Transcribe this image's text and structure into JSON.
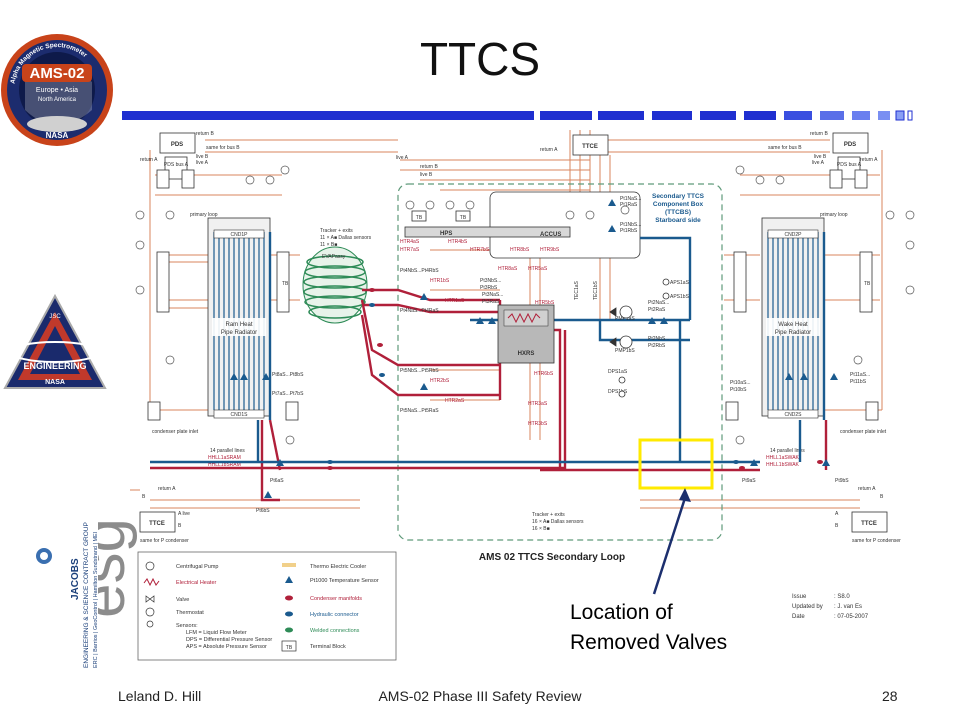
{
  "slide": {
    "title": "TTCS",
    "callout": {
      "line1": "Location of",
      "line2": "Removed Valves"
    },
    "footer": {
      "author": "Leland D. Hill",
      "subject": "AMS-02 Phase III Safety Review",
      "page": "28"
    }
  },
  "logos": {
    "ams_patch": {
      "top_text": "Alpha Magnetic Spectrometer",
      "main": "AMS-02",
      "sub1": "Europe • Asia",
      "sub2": "North America",
      "bottom": "NASA"
    },
    "engineering_patch": {
      "main": "ENGINEERING",
      "bottom": "NASA",
      "top": "JSC"
    },
    "esg": {
      "mark": "esg",
      "jacobs": "JACOBS",
      "group": "ENGINEERING & SCIENCE CONTRACT GROUP",
      "partners": "ERC | Barrios | GeoControl | Hamilton Sundstrand | MEI"
    }
  },
  "diagram": {
    "title": "AMS 02 TTCS Secondary Loop",
    "component_box": {
      "l1": "Secondary TTCS",
      "l2": "Component Box",
      "l3": "(TTCBS)",
      "l4": "Starboard side"
    },
    "left": {
      "pds": "PDS",
      "pds_bus": "PDS bus A",
      "tb": "TB",
      "return_b": "return B",
      "live_b": "live B",
      "same_bus": "same for bus B",
      "return_a": "return A",
      "live_a": "live A",
      "primary_loop": "primary loop",
      "cnd_top": "CND1P",
      "cnd_bottom": "CND1S",
      "radiator_l1": "Ram Heat",
      "radiator_l2": "Pipe Radiator",
      "sensors_a": "Pt8aS...Pt8bS",
      "sensors_b": "Pt7aS...Pt7bS",
      "parallel": "14 parallel lines",
      "hhll_a": "HHLL1aSRAM",
      "hhll_b": "HHLL1bSRAM",
      "condenser": "condenser plate inlet",
      "pt6a": "Pt6aS",
      "pt6b": "Pt6bS",
      "ttce": "TTCE",
      "ttce_a": "A live",
      "ttce_b": "B",
      "ttce_ret_a": "return A",
      "ttce_ret_b": "B",
      "same_p": "same for P condenser"
    },
    "right": {
      "pds": "PDS",
      "pds_bus": "PDS bus A",
      "tb": "TB",
      "return_b": "return B",
      "live_b": "live B",
      "same_bus": "same for bus B",
      "return_a": "return A",
      "live_a": "live A",
      "primary_loop": "primary loop",
      "cnd_top": "CND2P",
      "cnd_bottom": "CND2S",
      "radiator_l1": "Wake Heat",
      "radiator_l2": "Pipe Radiator",
      "sensors_a": "Pt11aS...",
      "sensors_b": "Pt11bS",
      "pt10": "Pt10aS...",
      "pt10b": "Pt10bS",
      "parallel": "14 parallel lines",
      "hhll_a": "HHLL1aSWAK",
      "hhll_b": "HHLL1bSWAK",
      "condenser": "condenser plate inlet",
      "pt9a": "Pt9aS",
      "pt9b": "Pt9bS",
      "ttce": "TTCE",
      "ttce_a": "A",
      "ttce_b": "B",
      "ttce_ret_a": "return A",
      "ttce_ret_b": "B",
      "same_p": "same for P condenser"
    },
    "center": {
      "ttce": "TTCE",
      "return_a": "return A",
      "live_a": "live A",
      "return_b": "return B",
      "live_b": "live B",
      "hps": "HPS",
      "accus": "ACCUS",
      "tb": "TB",
      "htr4as": "HTR4aS",
      "htr7as": "HTR7aS",
      "htr4bs": "HTR4bS",
      "htr7bs": "HTR7bS",
      "htr8bs": "HTR8bS",
      "htr9bs": "HTR9bS",
      "htr8as": "HTR8aS",
      "htr5as": "HTR5aS",
      "tracker_top_l1": "Tracker + exits",
      "tracker_top_l2": "11 × A■ Dallas sensors",
      "tracker_top_l3": "11 × B■",
      "evap": "EVAPassy",
      "pt4nb": "Pt4NbS...Pt4RbS",
      "htr1bs": "HTR1bS",
      "htr1as": "HTR1aS",
      "pt4na": "Pt4NaS...Pt4RaS",
      "pt3nb": "Pt3NbS...",
      "pt3rb": "Pt3RbS",
      "pt3na": "Pt3NaS...",
      "pt3ra": "Pt3RaS",
      "htr5bs": "HTR5bS",
      "tec1as": "TEC1aS",
      "tec1bs": "TEC1bS",
      "hxrs": "HXRS",
      "pt5nb": "Pt5NbS...Pt5RbS",
      "htr2bs": "HTR2bS",
      "htr2as": "HTR2aS",
      "pt5na": "Pt5NaS...Pt5RaS",
      "htr6bs": "HTR6bS",
      "htr3as": "HTR3aS",
      "htr3bs": "HTR3bS",
      "pt1n": "Pt1NaS...",
      "pt1r": "Pt1RaS",
      "pt1nb": "Pt1NbS...",
      "pt1rb": "Pt1RbS",
      "aps1as": "APS1aS",
      "aps1bs": "APS1bS",
      "pmp1as": "PMP1aS",
      "pmp1bs": "PMP1bS",
      "pt2na": "Pt2NaS...",
      "pt2ra": "Pt2RaS",
      "pt2nb": "Pt2NbS...",
      "pt2rb": "Pt2RbS",
      "dps1as": "DPS1aS",
      "dps1bs": "DPS1bS",
      "tracker_bot_l1": "Tracker + exits",
      "tracker_bot_l2": "16 × A■ Dallas sensors",
      "tracker_bot_l3": "16 × B■"
    },
    "legend": {
      "pump": "Centrifugal Pump",
      "heater": "Electrical Heater",
      "valve": "Valve",
      "thermostat": "Thermostat",
      "sensors": "Sensors:",
      "lfm": "LFM = Liquid Flow Meter",
      "dps": "DPS = Differential Pressure Sensor",
      "aps": "APS = Absolute Pressure Sensor",
      "tec": "Thermo Electric Cooler",
      "pt1000": "Pt1000 Temperature Sensor",
      "manifolds": "Condenser manifolds",
      "hydraulic": "Hydraulic connector",
      "welded": "Welded connections",
      "tb": "Terminal Block",
      "tb_icon": "TB"
    },
    "issue": {
      "issue_label": "Issue",
      "issue_value": ": S8.0",
      "updated_label": "Updated by",
      "updated_value": ": J. van Es",
      "date_label": "Date",
      "date_value": ": 07-05-2007"
    }
  },
  "colors": {
    "blue_line": "#1a5a8e",
    "red_line": "#b0203a",
    "salmon_wire": "#d9845e",
    "highlight": "#ffea00",
    "title_bar": "#1f2fd0",
    "dashed_box": "#5f9a7a"
  }
}
